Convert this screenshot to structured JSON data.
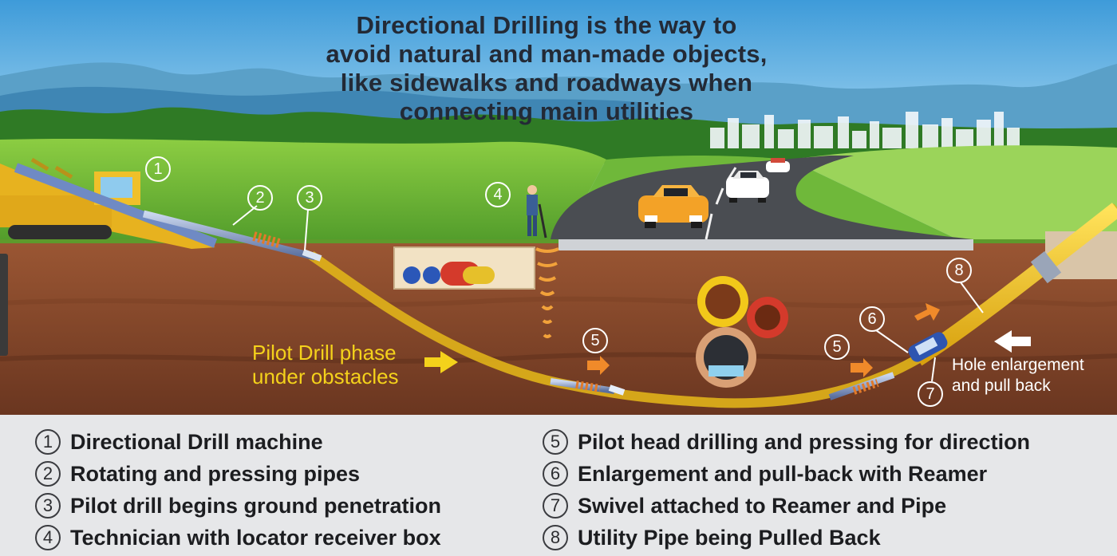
{
  "title": {
    "lines": [
      "Directional Drilling is the way to",
      "avoid natural and man-made objects,",
      "like sidewalks and roadways when",
      "connecting main utilities"
    ]
  },
  "callouts": {
    "c1": "1",
    "c2": "2",
    "c3": "3",
    "c4": "4",
    "c5a": "5",
    "c5b": "5",
    "c6": "6",
    "c7": "7",
    "c8": "8"
  },
  "labels": {
    "pilot_line1": "Pilot Drill phase",
    "pilot_line2": "under obstacles",
    "pull_line1": "Hole enlargement",
    "pull_line2": "and pull back"
  },
  "legend": [
    {
      "num": "1",
      "text": "Directional Drill machine"
    },
    {
      "num": "2",
      "text": "Rotating and pressing pipes"
    },
    {
      "num": "3",
      "text": "Pilot drill begins ground penetration"
    },
    {
      "num": "4",
      "text": "Technician with locator receiver box"
    },
    {
      "num": "5",
      "text": "Pilot head drilling and pressing for direction"
    },
    {
      "num": "6",
      "text": "Enlargement and pull-back with Reamer"
    },
    {
      "num": "7",
      "text": "Swivel attached to Reamer and Pipe"
    },
    {
      "num": "8",
      "text": "Utility Pipe being Pulled Back"
    }
  ],
  "colors": {
    "sky": "#6fb9e6",
    "grass": "#7bbd3a",
    "soil": "#8a4a2c",
    "pipe_yellow": "#f2c81a",
    "road": "#4a4d52",
    "legend_bg": "#e6e7e9"
  },
  "icons": [
    "drill-machine-icon",
    "technician-icon",
    "car-icon",
    "city-skyline-icon",
    "arrow-right-icon",
    "arrow-left-icon"
  ]
}
